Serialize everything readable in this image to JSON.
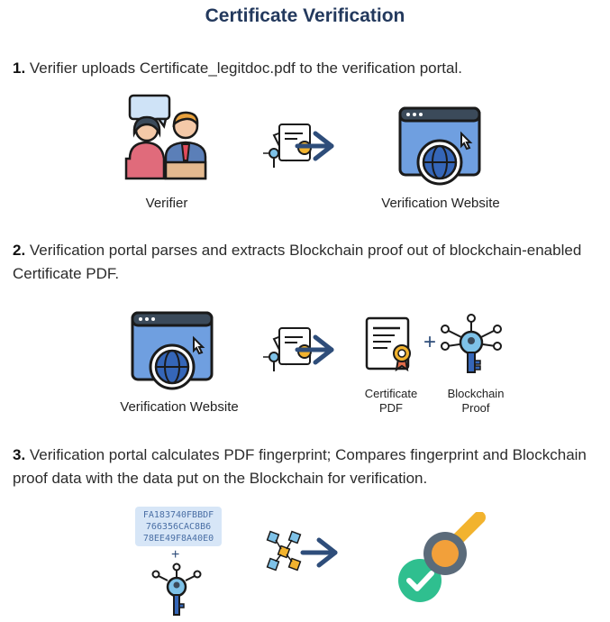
{
  "title": "Certificate Verification",
  "steps": [
    {
      "number": "1.",
      "text": " Verifier uploads Certificate_legitdoc.pdf to the verification portal.",
      "labels": {
        "verifier": "Verifier",
        "website": "Verification Website"
      }
    },
    {
      "number": "2.",
      "text": " Verification portal parses and extracts Blockchain proof out of blockchain-enabled Certificate PDF.",
      "labels": {
        "website": "Verification Website",
        "cert_line1": "Certificate",
        "cert_line2": "PDF",
        "proof_line1": "Blockchain",
        "proof_line2": "Proof",
        "plus": "+"
      }
    },
    {
      "number": "3.",
      "text": " Verification portal calculates PDF fingerprint; Compares fingerprint and Blockchain proof data with the data put on the Blockchain for verification.",
      "hash_lines": [
        "FA183740FBBDF",
        "766356CAC8B6",
        "78EE49F8A40E0"
      ],
      "plus": "+"
    }
  ]
}
